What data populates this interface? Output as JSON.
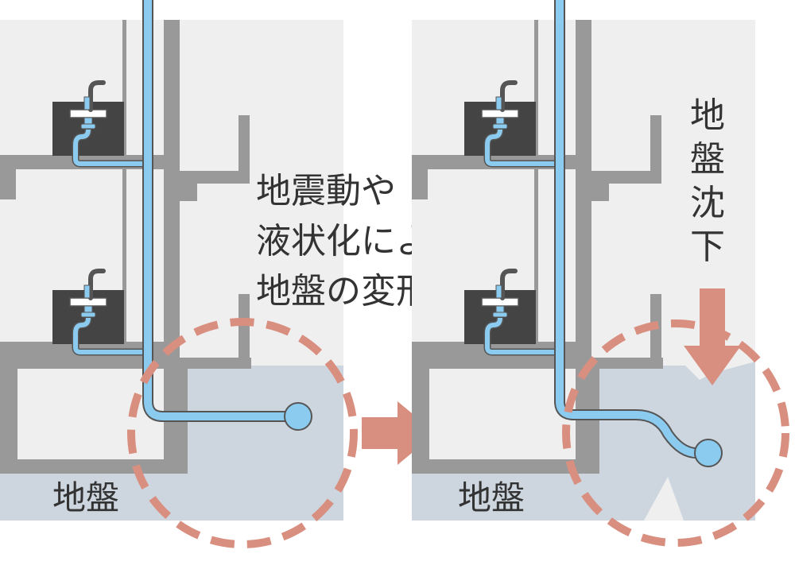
{
  "labels": {
    "left_ground": "地盤",
    "right_ground": "地盤",
    "cause_line1": "地震動や",
    "cause_line2": "液状化による",
    "cause_line3": "地盤の変形",
    "subsidence_chars": [
      "地",
      "盤",
      "沈",
      "下"
    ]
  },
  "colors": {
    "wall": "#999999",
    "room": "#efefef",
    "ground": "#cdd6de",
    "pipe": "#8ccbf0",
    "pipe_outline": "#555555",
    "sink": "#444444",
    "highlight": "#d98f80",
    "text": "#333333"
  },
  "icons": {
    "left_sinks": "sink-icon",
    "right_sinks": "sink-icon",
    "arrow": "right-arrow-icon",
    "down_arrow": "down-arrow-icon"
  }
}
